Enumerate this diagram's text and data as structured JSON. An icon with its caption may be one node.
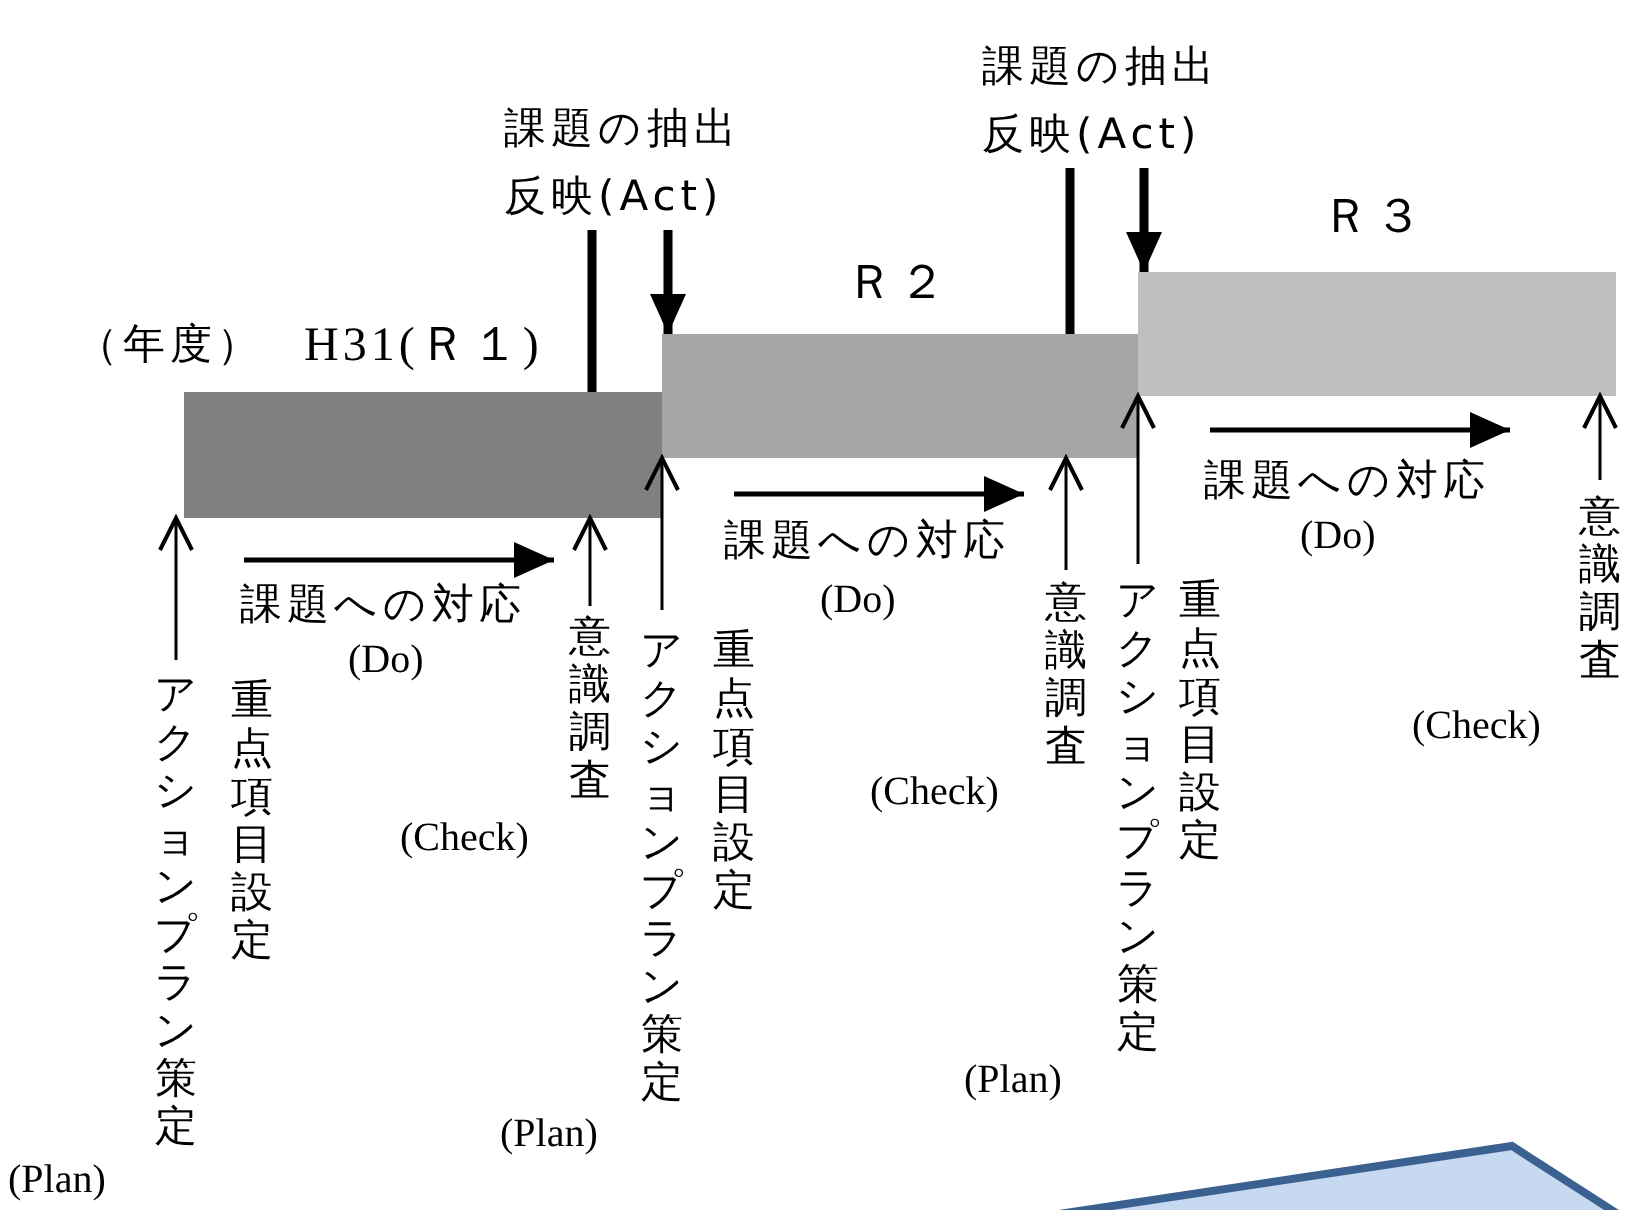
{
  "diagram": {
    "nodes": [
      {
        "text": [
          "H31(Ｒ１)"
        ]
      },
      {
        "text": [
          "Ｒ２"
        ]
      },
      {
        "text": [
          "Ｒ３"
        ]
      },
      {
        "text": [
          "アクションプラン策定",
          "重点項目設定",
          "(Plan)"
        ]
      },
      {
        "text": [
          "意識調査",
          "(Check)"
        ]
      },
      {
        "text": [
          "アクションプラン策定",
          "重点項目設定",
          "(Plan)"
        ]
      },
      {
        "text": [
          "意識調査",
          "(Check)"
        ]
      },
      {
        "text": [
          "アクションプラン策定",
          "重点項目設定",
          "(Plan)"
        ]
      },
      {
        "text": [
          "意識調査",
          "(Check)"
        ]
      },
      {
        "text": [],
        "shape": "box"
      }
    ],
    "edges": [
      {
        "from": 3,
        "to": 0,
        "arrow": "to"
      },
      {
        "from": 4,
        "to": 0,
        "arrow": "to"
      },
      {
        "from": 5,
        "to": 1,
        "arrow": "to"
      },
      {
        "from": 6,
        "to": 1,
        "arrow": "to"
      },
      {
        "from": 7,
        "to": 2,
        "arrow": "to"
      },
      {
        "from": 8,
        "to": 2,
        "arrow": "to"
      },
      {
        "from": 0,
        "to": 1,
        "arrow": "to",
        "label": "課題の抽出反映(Act)",
        "style": "thick"
      },
      {
        "from": 1,
        "to": 2,
        "arrow": "to",
        "label": "課題の抽出反映(Act)",
        "style": "thick"
      }
    ],
    "labels": [
      "（年度）",
      "課題への対応",
      "(Do)",
      "課題への対応",
      "(Do)",
      "課題への対応",
      "(Do)"
    ]
  }
}
